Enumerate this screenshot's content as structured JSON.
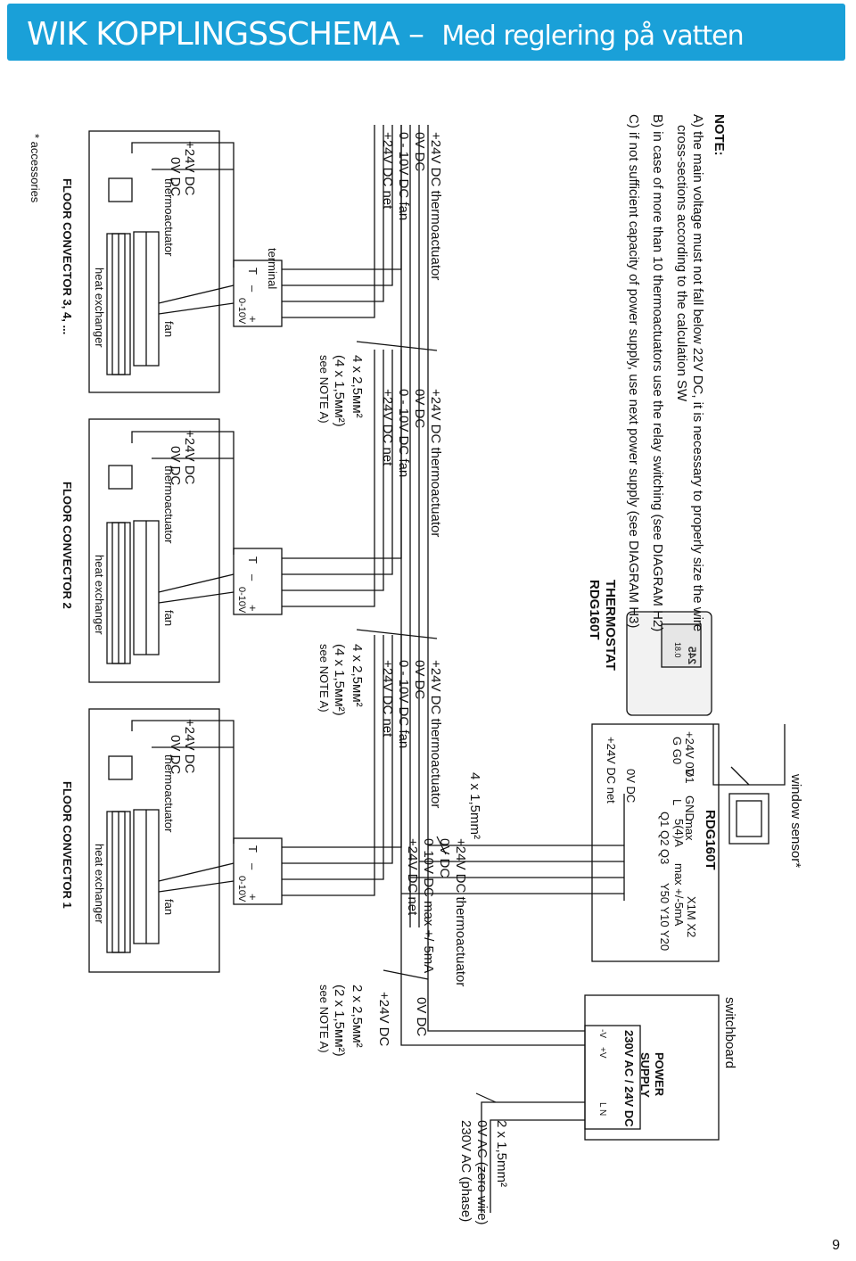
{
  "header": {
    "title": "WIK KOPPLINGSSCHEMA",
    "dash": "–",
    "subtitle": "Med reglering på vatten"
  },
  "note": {
    "heading": "NOTE:",
    "a1": "A) the main voltage must not fall below 22V DC, it is necessary to properly size the wire",
    "a2": "cross-sections according to the calculation SW",
    "b": "B) in case of more than 10 thermoactuators use the relay switching (see DIAGRAM H2)",
    "c": "C) if not sufficient capacity of power supply, use next power supply (see DIAGRAM H3)"
  },
  "thermostat": {
    "label1": "THERMOSTAT",
    "label2": "RDG160T"
  },
  "rdg": {
    "title": "RDG160T",
    "pins_top": [
      "+24V 0V",
      "G  G0",
      "D1",
      "GND",
      "L",
      "max",
      "5(4)A",
      "Q1  Q2  Q3",
      "max +/-5mA",
      "Y50  Y10  Y20",
      "X1M  X2"
    ],
    "net": "+24V DC net",
    "zero": "0V DC"
  },
  "window_sensor": "window sensor*",
  "switchboard": "switchboard",
  "power_supply": {
    "l1": "POWER",
    "l2": "SUPPLY",
    "l3": "230V AC / 24V DC",
    "minus": "-V",
    "plus": "+V",
    "ln": "L N"
  },
  "mains": {
    "cable": "2 x 1,5mm²",
    "zero": "0V AC (zero wire)",
    "phase": "230V AC (phase)"
  },
  "ps_out": {
    "zero": "0V DC",
    "plus": "+24V DC",
    "cable": "2 x 2,5мм²",
    "cable2": "(2 x 1,5мм²)",
    "see": "see NOTE A)"
  },
  "control_bus": {
    "cable": "4 x 1,5mm²",
    "l1": "+24V DC   thermoactuator",
    "l2": "0V DC",
    "l3": "0-10V DC   max +/-5mA",
    "l4": "+24V DC net"
  },
  "bus_labels": {
    "thermo": "+24V DC thermoactuator",
    "zero": "0V DC",
    "fan": "0 - 10V DC fan",
    "net": "+24V DC net"
  },
  "cable_spec": {
    "a": "4 x 2,5мм²",
    "b": "(4 x 1,5мм²)",
    "see": "see NOTE A)"
  },
  "convector": {
    "p24": "+24V DC",
    "p0": "0V DC",
    "thermoactuator": "thermoactuator",
    "heat_exchanger": "heat exchanger",
    "fan": "fan",
    "terminal": "terminal",
    "t": "T",
    "minus": "–",
    "plus": "+",
    "v010": "0-10V",
    "names": [
      "FLOOR CONVECTOR 1",
      "FLOOR CONVECTOR 2",
      "FLOOR CONVECTOR 3, 4, ..."
    ]
  },
  "footnote": "* accessories",
  "display": {
    "big": "245",
    "small": "18.0"
  },
  "page_number": "9"
}
